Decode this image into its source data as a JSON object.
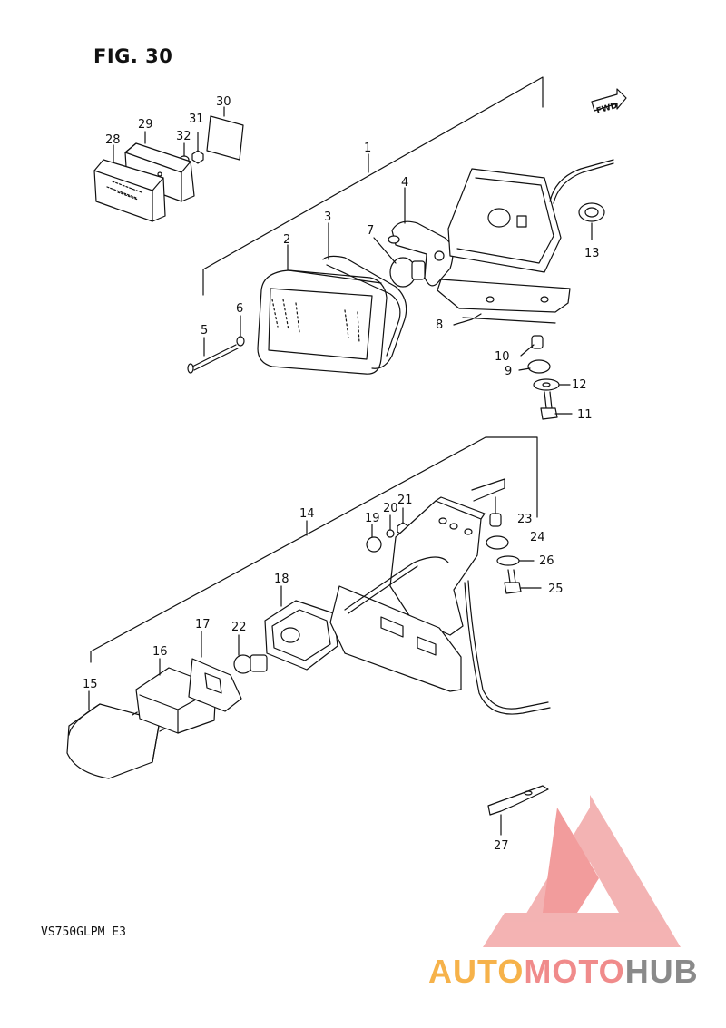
{
  "figure": {
    "title": "FIG. 30",
    "fwd_label": "FWD",
    "model_code": "VS750GLPM E3"
  },
  "watermark": {
    "part_a": "AUTO",
    "part_b": "MOTO",
    "part_c": "HUB",
    "colors": {
      "a": "#f6b24a",
      "b": "#f08b8b",
      "c": "#8a8a8a"
    }
  },
  "callouts": {
    "n1": "1",
    "n2": "2",
    "n3": "3",
    "n4": "4",
    "n5": "5",
    "n6": "6",
    "n7": "7",
    "n8": "8",
    "n9": "9",
    "n10": "10",
    "n11": "11",
    "n12": "12",
    "n13": "13",
    "n14": "14",
    "n15": "15",
    "n16": "16",
    "n17": "17",
    "n18": "18",
    "n19": "19",
    "n20": "20",
    "n21": "21",
    "n22": "22",
    "n23": "23",
    "n24": "24",
    "n25": "25",
    "n26": "26",
    "n27": "27",
    "n28": "28",
    "n29": "29",
    "n30": "30",
    "n31": "31",
    "n32": "32"
  }
}
